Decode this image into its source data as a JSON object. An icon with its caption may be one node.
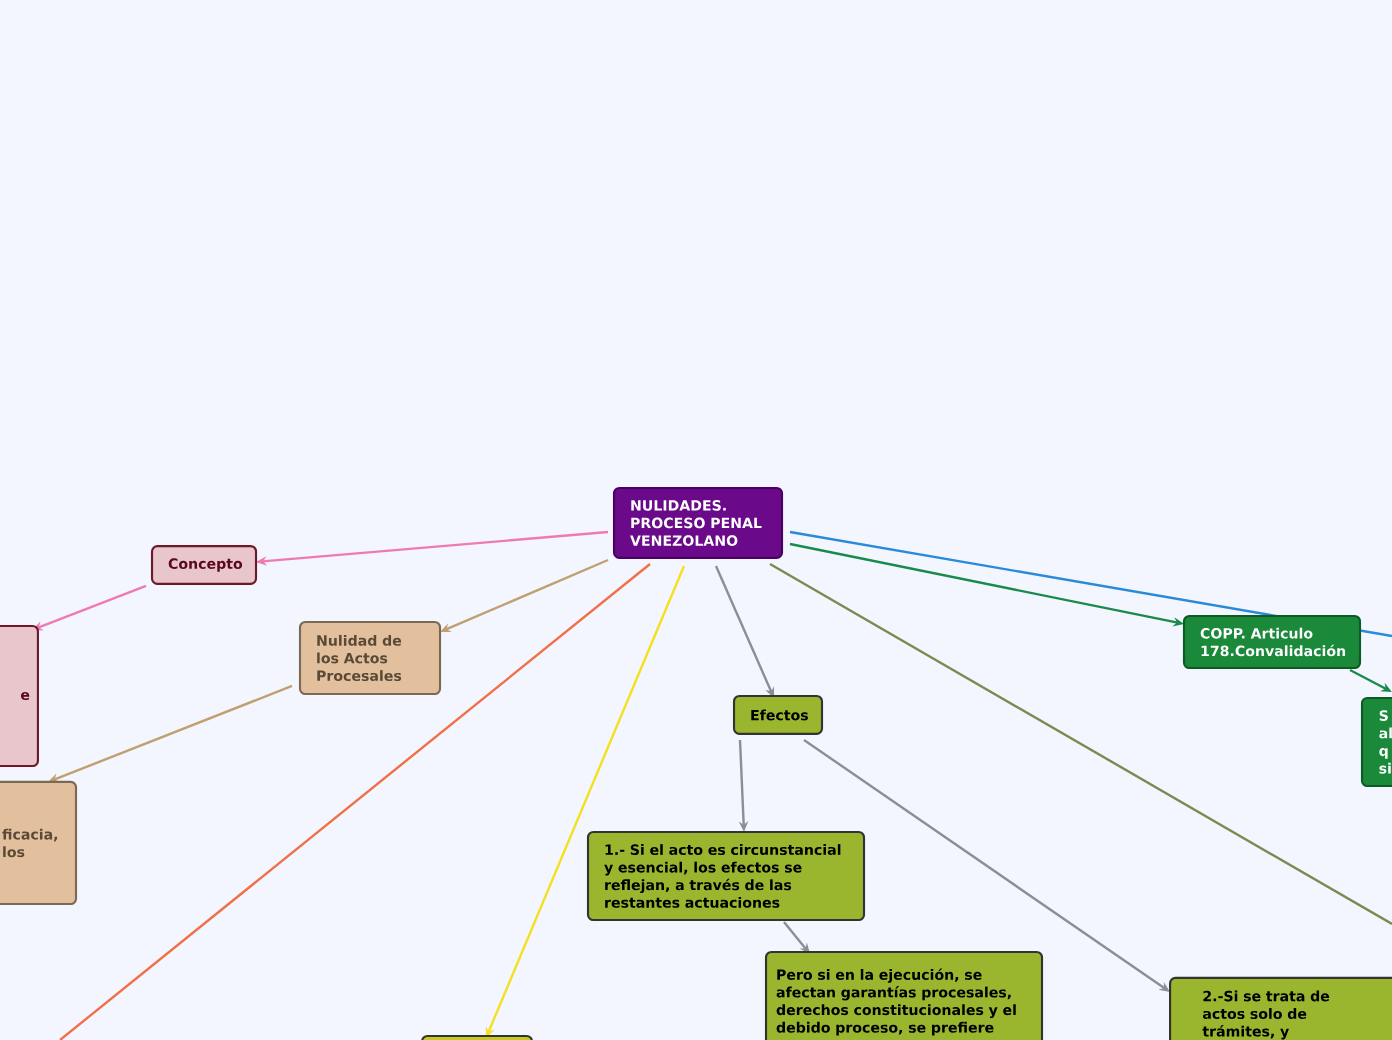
{
  "diagram": {
    "nodes": [
      {
        "text": [
          "NULIDADES. PROCESO PENAL VENEZOLANO"
        ]
      },
      {
        "text": [
          "Concepto"
        ]
      },
      {
        "text": [
          "e"
        ]
      },
      {
        "text": [
          "Nulidad de los Actos Procesales"
        ]
      },
      {
        "text": [
          "ficacia, los"
        ]
      },
      {
        "text": [
          "Efectos"
        ]
      },
      {
        "text": [
          "COPP. Articulo 178.Convalidación"
        ]
      },
      {
        "text": [
          "S al q si"
        ]
      },
      {
        "text": [
          "1.- Si el acto es circunstancial y esencial, los efectos se reflejan, a través de las restantes actuaciones"
        ]
      },
      {
        "text": [
          "Pero si en la ejecución, se afectan garantías procesales, derechos constitucionales y el debido proceso, se prefiere"
        ]
      },
      {
        "text": [
          "2.-Si se trata de actos solo de trámites, y"
        ]
      },
      {
        "text": [],
        "shape": "box"
      }
    ],
    "edges": [
      {
        "from": 0,
        "to": 1,
        "arrow": "to",
        "color": "#f07ab0"
      },
      {
        "from": 1,
        "to": 2,
        "arrow": "to",
        "color": "#f07ab0"
      },
      {
        "from": 0,
        "to": 3,
        "arrow": "to",
        "color": "#c0a070"
      },
      {
        "from": 3,
        "to": 4,
        "arrow": "to",
        "color": "#c0a070"
      },
      {
        "from": 0,
        "to": null,
        "arrow": "none",
        "color": "#f07048"
      },
      {
        "from": 0,
        "to": 11,
        "arrow": "to",
        "color": "#f5e020"
      },
      {
        "from": 0,
        "to": 5,
        "arrow": "to"
      },
      {
        "from": 5,
        "to": 8,
        "arrow": "to"
      },
      {
        "from": 8,
        "to": 9,
        "arrow": "to"
      },
      {
        "from": 5,
        "to": 10,
        "arrow": "to"
      },
      {
        "from": 0,
        "to": null,
        "arrow": "none",
        "color": "#7a8a50"
      },
      {
        "from": 0,
        "to": 6,
        "arrow": "to",
        "color": "#1a8a4a"
      },
      {
        "from": 6,
        "to": 7,
        "arrow": "to",
        "color": "#1a8a4a"
      },
      {
        "from": 0,
        "to": null,
        "arrow": "none",
        "color": "#2a8ad8"
      }
    ]
  }
}
